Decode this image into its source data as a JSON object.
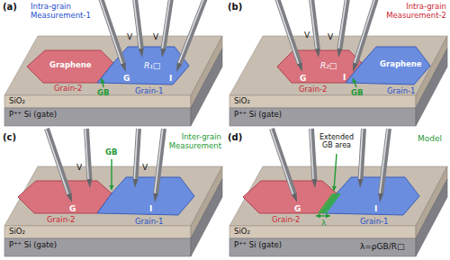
{
  "diagram": {
    "nodes": [
      {
        "text": [
          "SiO₂",
          "P⁺⁺ Si (gate)"
        ]
      },
      {
        "text": [
          "Graphene",
          "Grain-2"
        ],
        "in": 0
      },
      {
        "text": [
          "G",
          "R₁□",
          "I",
          "Grain-1"
        ],
        "in": 0
      },
      {
        "text": [
          "SiO₂",
          "P⁺⁺ Si (gate)"
        ]
      },
      {
        "text": [
          "G",
          "R₂□",
          "I",
          "Grain-2"
        ],
        "in": 3
      },
      {
        "text": [
          "Graphene",
          "Grain-1"
        ],
        "in": 3
      },
      {
        "text": [
          "SiO₂",
          "P⁺⁺ Si (gate)"
        ]
      },
      {
        "text": [
          "G",
          "Grain-2"
        ],
        "in": 6
      },
      {
        "text": [
          "I",
          "Grain-1"
        ],
        "in": 6
      },
      {
        "text": [
          "SiO₂",
          "P⁺⁺ Si (gate)"
        ]
      },
      {
        "text": [
          "G",
          "Grain-2"
        ],
        "in": 9
      },
      {
        "text": [
          "I",
          "Grain-1"
        ],
        "in": 9
      }
    ],
    "labels": [
      "(a)",
      "Intra-grain Measurement-1",
      "V",
      "V",
      "GB",
      "(b)",
      "Intra-grain Measurement-2",
      "V",
      "V",
      "GB",
      "(c)",
      "Inter-grain Measurement",
      "GB",
      "V",
      "V",
      "(d)",
      "Extended GB area",
      "Model",
      "λ",
      "λ=ρGB/R□"
    ]
  }
}
